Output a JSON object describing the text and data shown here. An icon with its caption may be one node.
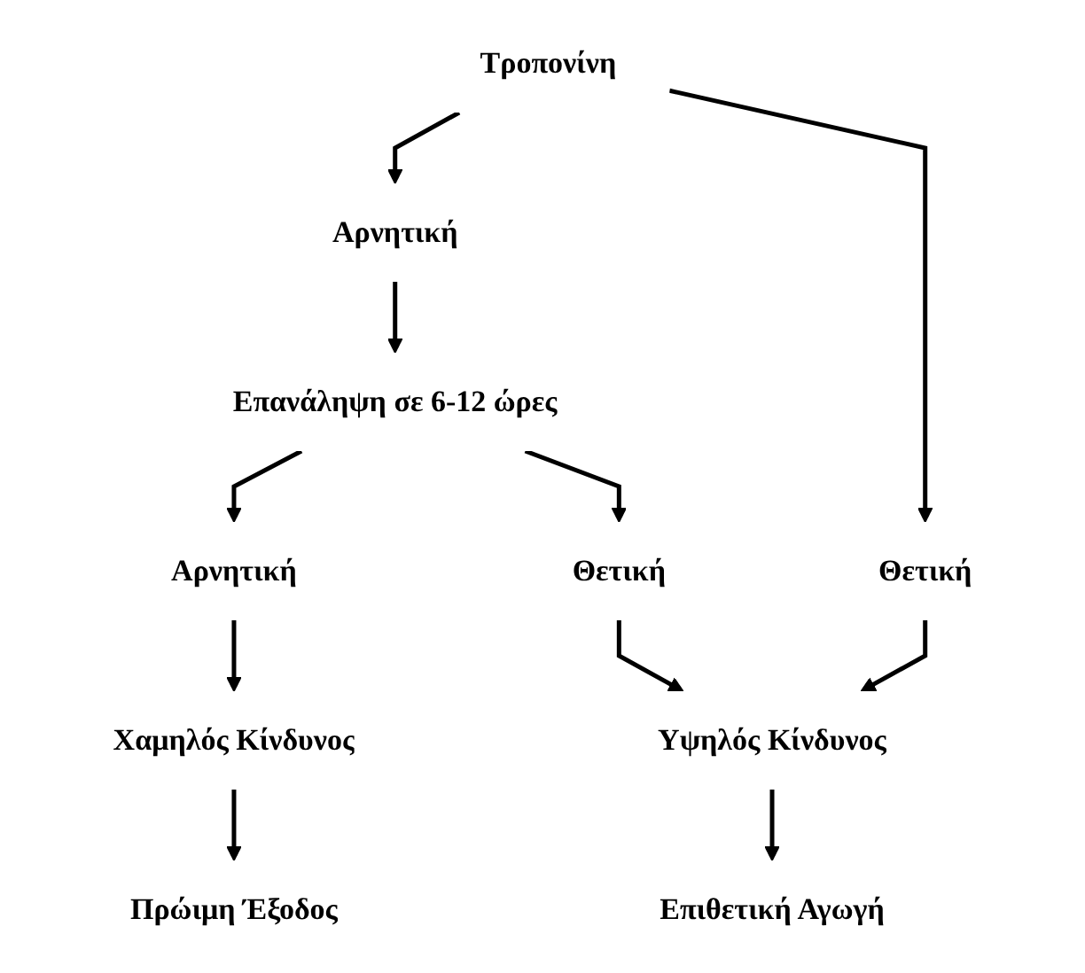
{
  "diagram": {
    "nodes": [
      {
        "text": [
          "Τροπονίνη"
        ]
      },
      {
        "text": [
          "Αρνητική"
        ]
      },
      {
        "text": [
          "Θετική"
        ]
      },
      {
        "text": [
          "Επανάληψη σε 6-12 ώρες"
        ]
      },
      {
        "text": [
          "Αρνητική"
        ]
      },
      {
        "text": [
          "Θετική"
        ]
      },
      {
        "text": [
          "Χαμηλός Κίνδυνος"
        ]
      },
      {
        "text": [
          "Υψηλός Κίνδυνος"
        ]
      },
      {
        "text": [
          "Πρώιμη Έξοδος"
        ]
      },
      {
        "text": [
          "Επιθετική Αγωγή"
        ]
      }
    ],
    "edges": [
      {
        "from": 0,
        "to": 1,
        "arrow": "to"
      },
      {
        "from": 0,
        "to": 2,
        "arrow": "to"
      },
      {
        "from": 1,
        "to": 3,
        "arrow": "to"
      },
      {
        "from": 3,
        "to": 4,
        "arrow": "to"
      },
      {
        "from": 3,
        "to": 5,
        "arrow": "to"
      },
      {
        "from": 2,
        "to": 7,
        "arrow": "to"
      },
      {
        "from": 5,
        "to": 7,
        "arrow": "to"
      },
      {
        "from": 4,
        "to": 6,
        "arrow": "to"
      },
      {
        "from": 6,
        "to": 8,
        "arrow": "to"
      },
      {
        "from": 7,
        "to": 9,
        "arrow": "to"
      }
    ]
  }
}
